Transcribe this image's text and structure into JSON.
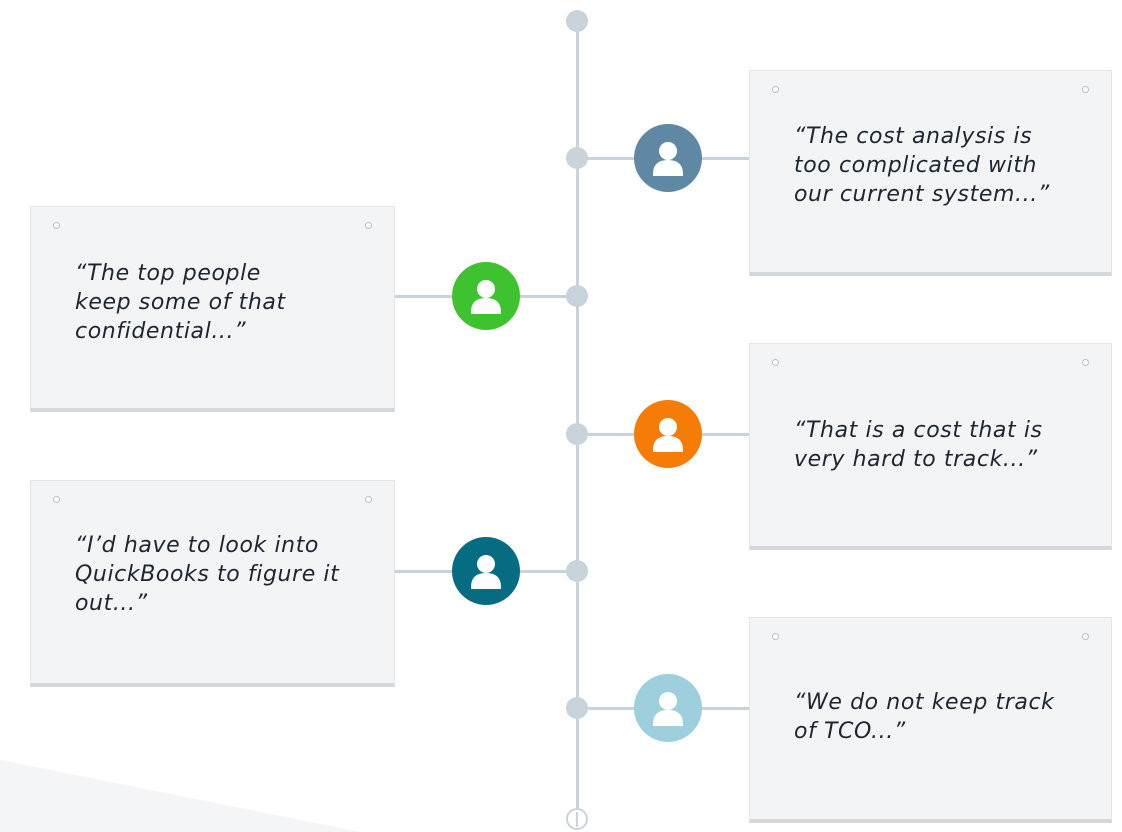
{
  "colors": {
    "line": "#c9d3dc",
    "card_bg": "#f2f4f6"
  },
  "quotes": [
    {
      "side": "right",
      "text": "“The cost analysis is\ntoo complicated with\nour current system...”",
      "avatar_color": "#5e88a3",
      "icon": "person-icon"
    },
    {
      "side": "left",
      "text": "“The top people\nkeep some of that\nconfidential...”",
      "avatar_color": "#3ec22f",
      "icon": "person-icon"
    },
    {
      "side": "right",
      "text": "“That is a cost that is\nvery hard to track...”",
      "avatar_color": "#f57c06",
      "icon": "person-icon"
    },
    {
      "side": "left",
      "text": "“I’d have to look into\nQuickBooks to figure it\nout...”",
      "avatar_color": "#066c82",
      "icon": "person-icon"
    },
    {
      "side": "right",
      "text": "“We do not keep track\nof TCO...”",
      "avatar_color": "#9dd0dc",
      "icon": "person-icon"
    }
  ]
}
